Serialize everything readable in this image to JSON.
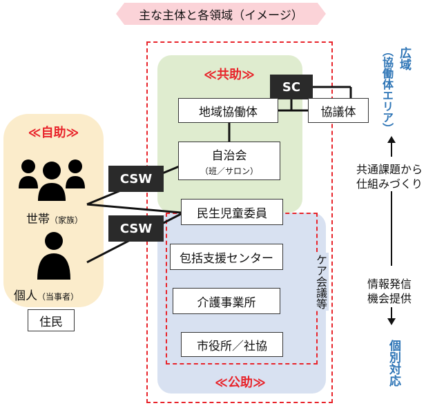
{
  "title": "主な主体と各領域（イメージ）",
  "self_help": {
    "label": "≪自助≫",
    "household": "世帯",
    "household_note": "（家族）",
    "individual": "個人",
    "individual_note": "（当事者）",
    "resident": "住民"
  },
  "mutual_help": {
    "label": "≪共助≫",
    "sc": "SC",
    "community_body": "地域協働体",
    "council": "協議体",
    "self_gov": "自治会",
    "self_gov_note": "（班／サロン）"
  },
  "csw": {
    "top": "CSW",
    "bottom": "CSW"
  },
  "public_help": {
    "label": "≪公助≫",
    "welfare_commissioner": "民生児童委員",
    "center": "包括支援センター",
    "care_office": "介護事業所",
    "city_office": "市役所／社協"
  },
  "care_meeting": "ケア会議等",
  "right": {
    "wide_area": "広域",
    "wide_area_note": "（協働体エリア）",
    "common_issues": "共通課題から",
    "framework": "仕組みづくり",
    "info_sharing": "情報発信",
    "opportunity": "機会提供",
    "individual_response": "個別対応"
  },
  "colors": {
    "self_bg": "#fbeccb",
    "mutual_bg": "#dfeccf",
    "public_bg": "#d8e1f1",
    "red": "#e8232a",
    "blue": "#2e75b6",
    "title_bg": "#fbd3d8"
  }
}
